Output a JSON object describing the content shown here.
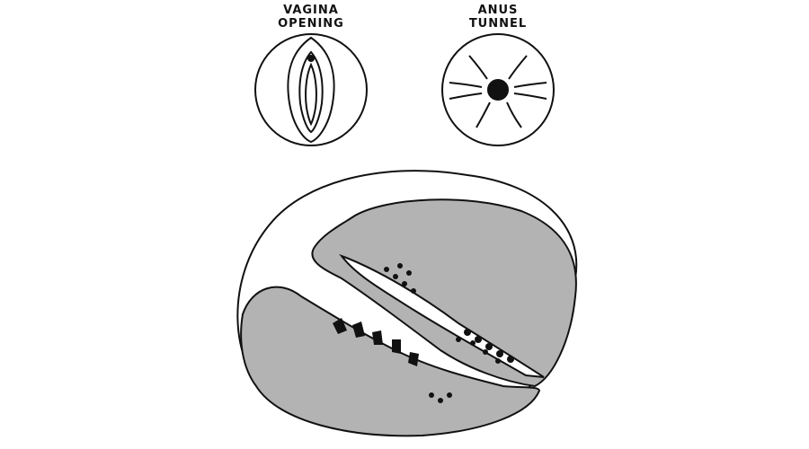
{
  "labels": {
    "vagina": {
      "line1": "VAGINA",
      "line2": "OPENING"
    },
    "anus": {
      "line1": "ANUS",
      "line2": "TUNNEL"
    }
  },
  "colors": {
    "fill": "#b3b3b3",
    "stroke": "#111111",
    "background": "#ffffff"
  }
}
